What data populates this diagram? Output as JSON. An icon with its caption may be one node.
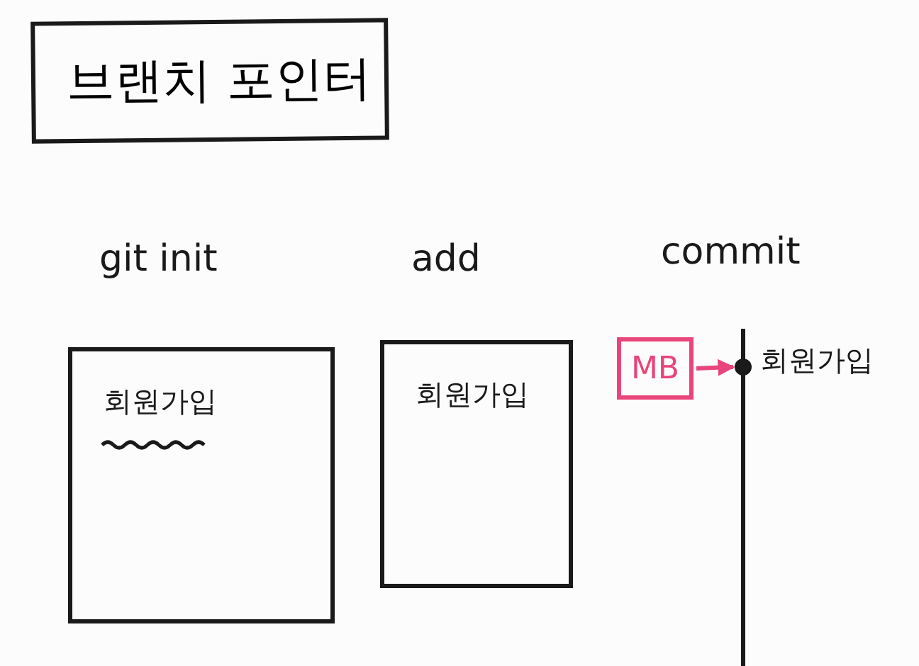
{
  "diagram": {
    "nodes": [
      {
        "text": [
          "브랜치 포인터"
        ]
      },
      {
        "text": [
          "git init",
          "회원가입"
        ]
      },
      {
        "text": [
          "add",
          "회원가입"
        ]
      },
      {
        "text": [
          "MB"
        ]
      },
      {
        "text": [],
        "shape": "circle",
        "beside": [
          "회원가입"
        ]
      }
    ],
    "edges": [
      {
        "from": 3,
        "to": 4,
        "arrow": "to",
        "color": "#e8457a"
      }
    ],
    "labels": [
      "commit"
    ]
  }
}
